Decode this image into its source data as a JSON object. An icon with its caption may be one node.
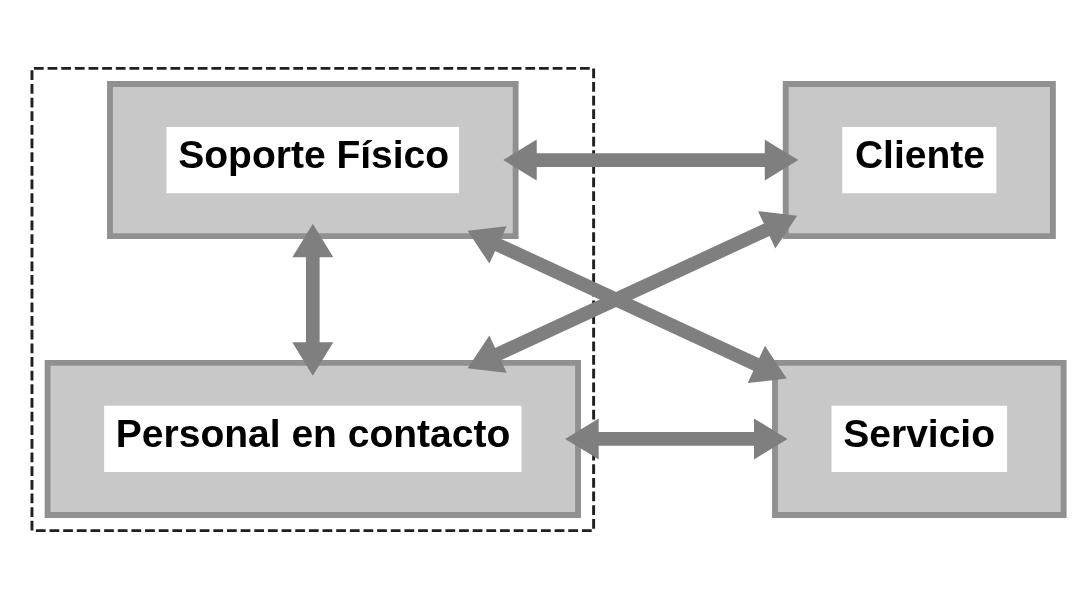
{
  "diagram": {
    "nodes": [
      {
        "text": [],
        "shape": "box"
      },
      {
        "text": [
          "Soporte Físico"
        ],
        "in": 0
      },
      {
        "text": [
          "Personal en contacto"
        ],
        "in": 0
      },
      {
        "text": [
          "Cliente"
        ]
      },
      {
        "text": [
          "Servicio"
        ]
      }
    ],
    "edges": [
      {
        "from": 1,
        "to": 3,
        "arrow": "both"
      },
      {
        "from": 1,
        "to": 2,
        "arrow": "both"
      },
      {
        "from": 1,
        "to": 4,
        "arrow": "both"
      },
      {
        "from": 2,
        "to": 3,
        "arrow": "both"
      },
      {
        "from": 2,
        "to": 4,
        "arrow": "both"
      }
    ]
  }
}
